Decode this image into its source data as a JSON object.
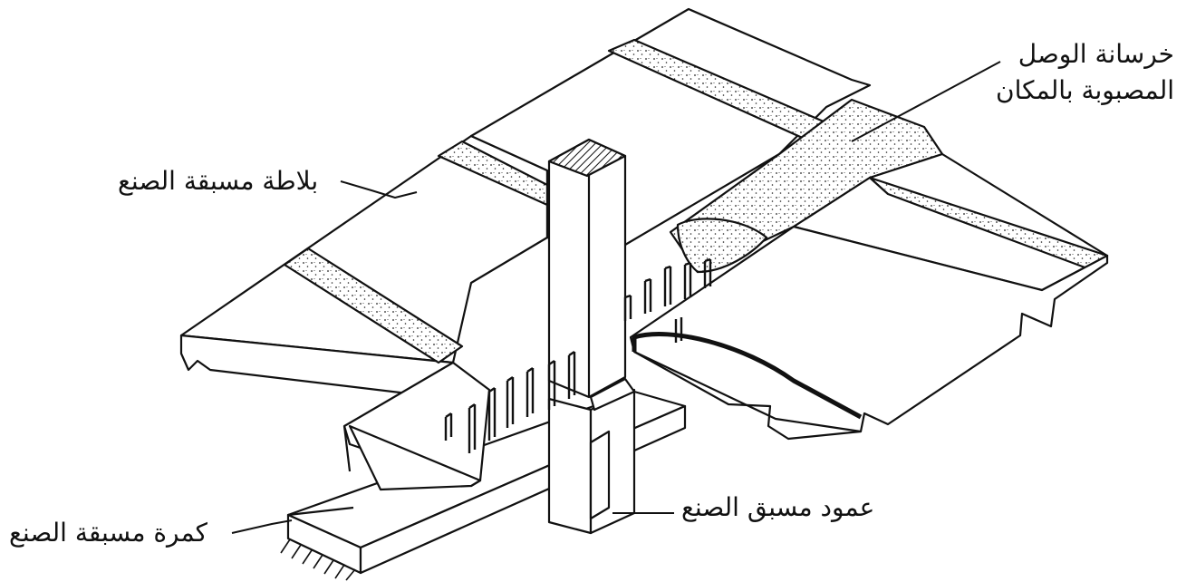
{
  "labels": {
    "joint_concrete_line1": "خرسانة الوصل",
    "joint_concrete_line2": "المصبوبة بالمكان",
    "precast_slab": "بلاطة مسبقة الصنع",
    "precast_column": "عمود مسبق الصنع",
    "precast_beam": "كمرة مسبقة الصنع"
  },
  "colors": {
    "line": "#111111",
    "fill": "#ffffff",
    "concrete_dots": "#222222"
  }
}
